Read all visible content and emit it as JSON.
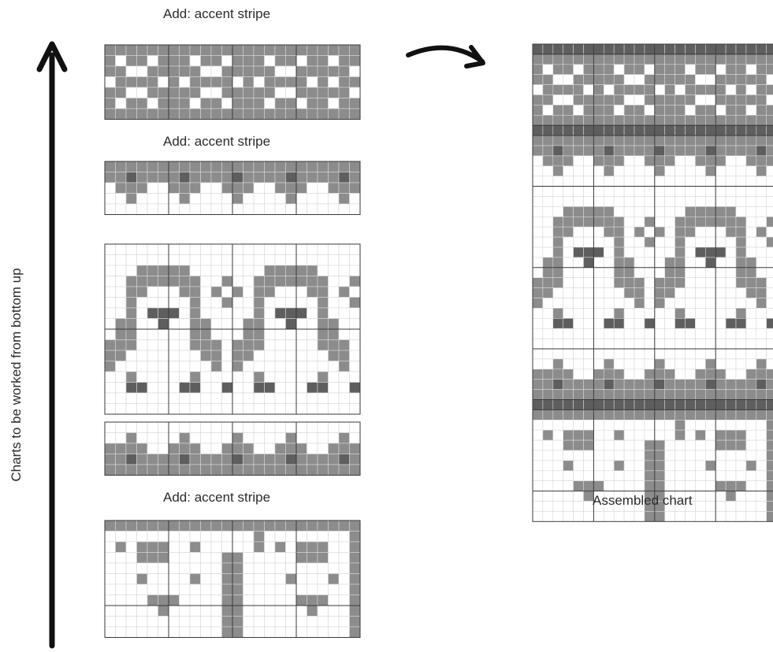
{
  "labels": {
    "stripe_1": "Add: accent stripe",
    "stripe_2": "Add: accent stripe",
    "stripe_3": "Add: accent stripe",
    "assembled": "Assembled chart",
    "direction": "Charts to be worked from bottom up"
  },
  "colors": {
    "background": "#ffffff",
    "stitch_light": "#ffffff",
    "stitch_mid": "#8c8c8c",
    "stitch_dark": "#5e5e5e",
    "grid_line": "#d8d8d8",
    "repeat_line": "#3a3a3a",
    "arrow": "#111111"
  },
  "charts": {
    "snowflake_band": {
      "cols": 24,
      "rows": [
        "GGGGGGGGGGGGGGGGGGGGGGGG",
        "GWGGWGGGWGGWGGGWGGWGGWGG",
        "GGWWGGGGGWWGGGGGWWGGGGGW",
        "WGGGGWGWGGGGWGWGGGGWGWGG",
        "GGWWGGGGGWWGGGGGWWGGGGGW",
        "GWGGWGGGWGGWGGGWGGWGGWGG",
        "GGGGGGGGGGGGGGGGGGGGGGGG"
      ]
    },
    "dot_band_upper": {
      "cols": 24,
      "rows": [
        "GGGGGGGGGGGGGGGGGGGGGGGG",
        "GGDGGGGDGGGGDGGGGDGGGGDG",
        "WGGGWWGGGWWGGGWWGGGWWGGG",
        "WWGWWWWGWWWWGWWWWGWWWWGW",
        "WWWWWWWWWWWWWWWWWWWWWWWW"
      ]
    },
    "penguin_band": {
      "cols": 24,
      "rows": [
        "WWWWWWWWWWWWWWWWWWWWWWWW",
        "WWWWWWWWWWWWWWWWWWWWWWWW",
        "WWWGGGGGWWWWWWWGGGGGWWWW",
        "WWGGGGGGGWWGWWGGGGGGGWWG",
        "WWGGWWWGGWGWGWGGWWWGGWGW",
        "WWGWWWWWGWWGWWGWWWWWGWWG",
        "WWGWDDDWGWWWWWGWDDDWGWWW",
        "WGGWWDWWGGWWWGGWWDWWGGWW",
        "WGGWWWWWGGWWWGGWWWWWGGWW",
        "GGGWWWWWGGGWGGGWWWWWGGGW",
        "GGWWWWWWWGGWGGWWWWWWWGGW",
        "GWWWWWWWWWGWGWWWWWWWWWGW",
        "WWGWWWWWGWWWWWGWWWWWGWWW",
        "WWDDWWWDDWWDWWDDWWWDDWWD",
        "WWWWWWWWWWWWWWWWWWWWWWWW",
        "WWWWWWWWWWWWWWWWWWWWWWWW"
      ]
    },
    "dot_band_lower": {
      "cols": 24,
      "rows": [
        "WWWWWWWWWWWWWWWWWWWWWWWW",
        "WWGWWWWGWWWWGWWWWGWWWWGW",
        "GGGGWWGGGWWGGGWWGGGWWGGG",
        "GGDGGGGDGGGGDGGGGDGGGGDG",
        "GGGGGGGGGGGGGGGGGGGGGGGG"
      ]
    },
    "bear_band": {
      "cols": 24,
      "rows": [
        "GGGGGGGGGGGGGGGGGGGGGGGG",
        "WWWWWWWWWWWWWWGWWWWWWWWG",
        "WGWGGGWWGWWWWWGWGWGGGWWG",
        "WWWGGGWWWWWGGWWWWWGGGWWG",
        "WWWWWWWWWWWGGWWWWWWWWWWG",
        "WWWGWWWWGWWGGWWWWGWWWGWG",
        "WWWWWWWWWWWGGWWWWWWWWWWG",
        "WWWWGGGWWWWGGWWWWWGGGWWG",
        "WWWWWGWWWWWGGWWWWWWGWWWG",
        "WWWWWWWWWWWGGWWWWWWWWWWG",
        "WWWWWWWWWWWGGWWWWWWWWWWG"
      ]
    }
  },
  "assembled_sequence": [
    "bear_band",
    "accent",
    "dot_band_lower",
    "penguin_band",
    "dot_band_upper",
    "accent",
    "snowflake_band",
    "accent"
  ]
}
